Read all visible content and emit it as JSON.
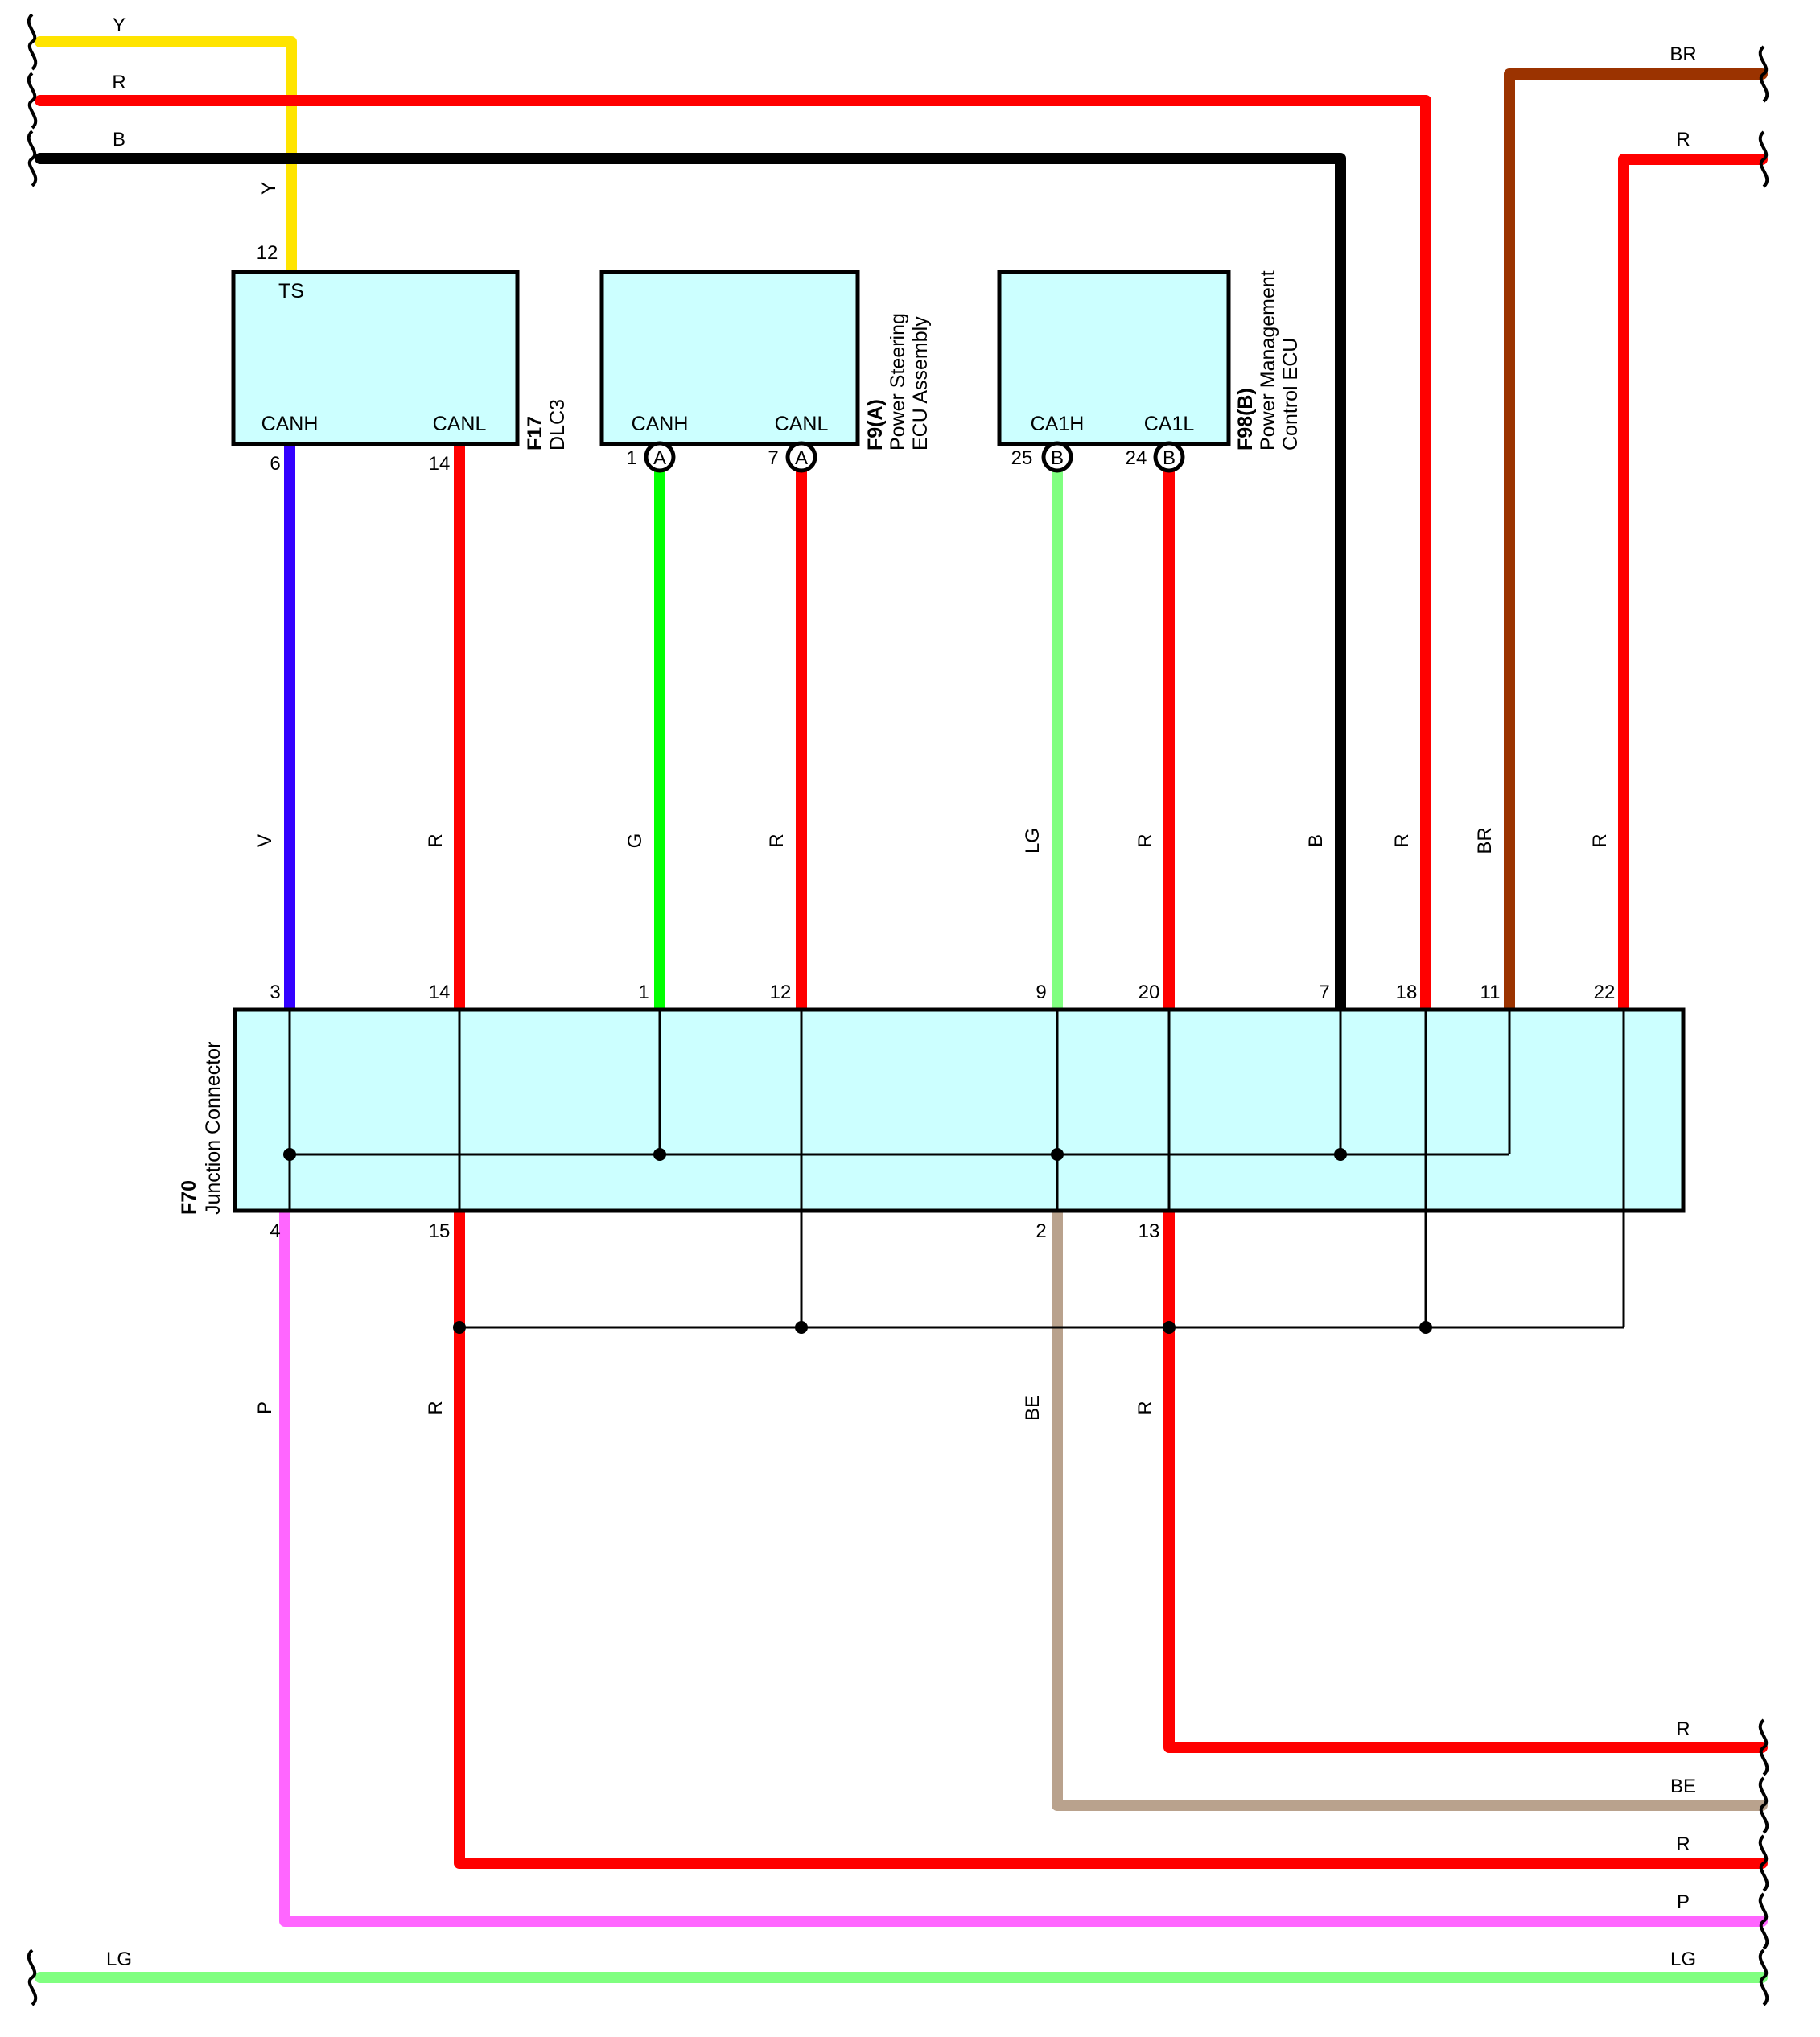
{
  "colors": {
    "Y": "#ffe400",
    "R": "#ff0000",
    "B": "#000000",
    "BR": "#9b3300",
    "V": "#3300ff",
    "G": "#00ff00",
    "LG": "#80ff80",
    "P": "#ff66ff",
    "BE": "#b9a28d",
    "box_fill": "#ccffff"
  },
  "components": {
    "dlc3": {
      "code": "F17",
      "name": "DLC3",
      "terminals": [
        "TS",
        "CANH",
        "CANL"
      ],
      "pins": [
        "12",
        "6",
        "14"
      ]
    },
    "ps_ecu": {
      "code": "F9(A)",
      "name_line1": "Power Steering",
      "name_line2": "ECU Assembly",
      "terminals": [
        "CANH",
        "CANL"
      ],
      "pins": [
        "1",
        "7"
      ],
      "connector_mark": "A"
    },
    "pm_ecu": {
      "code": "F98(B)",
      "name_line1": "Power Management",
      "name_line2": "Control ECU",
      "terminals": [
        "CA1H",
        "CA1L"
      ],
      "pins": [
        "25",
        "24"
      ],
      "connector_mark": "B"
    },
    "junction": {
      "code": "F70",
      "name": "Junction Connector",
      "top_pins": [
        "3",
        "14",
        "1",
        "12",
        "9",
        "20",
        "7",
        "18",
        "11",
        "22"
      ],
      "bottom_pins": [
        "4",
        "15",
        "2",
        "13"
      ]
    }
  },
  "wire_labels": {
    "top_left": [
      "Y",
      "R",
      "B"
    ],
    "y_vertical": "Y",
    "top_right": [
      "BR",
      "R"
    ],
    "mid": [
      "V",
      "R",
      "G",
      "R",
      "LG",
      "R",
      "B",
      "R",
      "BR",
      "R"
    ],
    "low": [
      "P",
      "R",
      "BE",
      "R"
    ],
    "bottom_right": [
      "R",
      "BE",
      "R",
      "P",
      "LG"
    ],
    "bottom_left": "LG"
  }
}
